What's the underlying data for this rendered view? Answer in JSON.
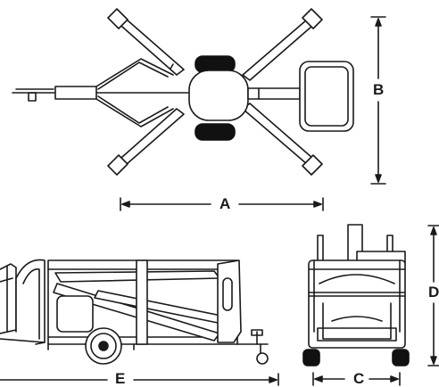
{
  "colors": {
    "line": "#1a1a1a",
    "fill": "#ffffff",
    "tyre": "#111111"
  },
  "dimensions": {
    "A": "A",
    "B": "B",
    "C": "C",
    "D": "D",
    "E": "E"
  },
  "views": {
    "top": "top-view",
    "side": "side-view",
    "rear": "rear-view"
  }
}
